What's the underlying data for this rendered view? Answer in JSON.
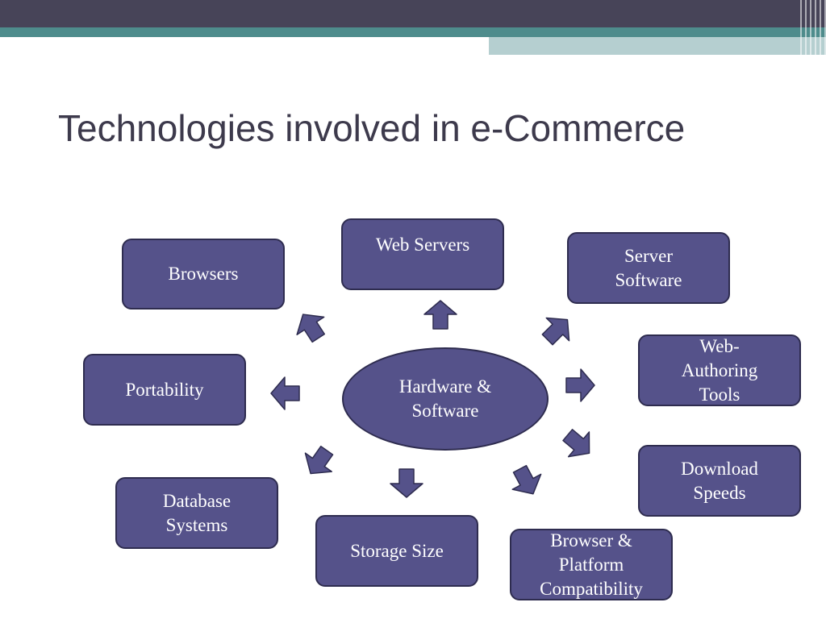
{
  "slide": {
    "title": "Technologies involved in e-Commerce"
  },
  "diagram": {
    "hub": {
      "label": "Hardware &\nSoftware"
    },
    "nodes": [
      {
        "id": "browsers",
        "label": "Browsers"
      },
      {
        "id": "web-servers",
        "label": "Web Servers"
      },
      {
        "id": "server-software",
        "label": "Server\nSoftware"
      },
      {
        "id": "web-authoring-tools",
        "label": "Web-\nAuthoring\nTools"
      },
      {
        "id": "portability",
        "label": "Portability"
      },
      {
        "id": "download-speeds",
        "label": "Download\nSpeeds"
      },
      {
        "id": "database-systems",
        "label": "Database\nSystems"
      },
      {
        "id": "storage-size",
        "label": "Storage Size"
      },
      {
        "id": "browser-platform-compatibility",
        "label": "Browser &\nPlatform\nCompatibility"
      }
    ]
  },
  "colors": {
    "node_fill": "#55528a",
    "node_border": "#2e2c4f",
    "title_text": "#3d3a4c",
    "header_dark": "#474458",
    "header_teal": "#4e8c8c",
    "header_light_teal": "#b5cfd0"
  }
}
